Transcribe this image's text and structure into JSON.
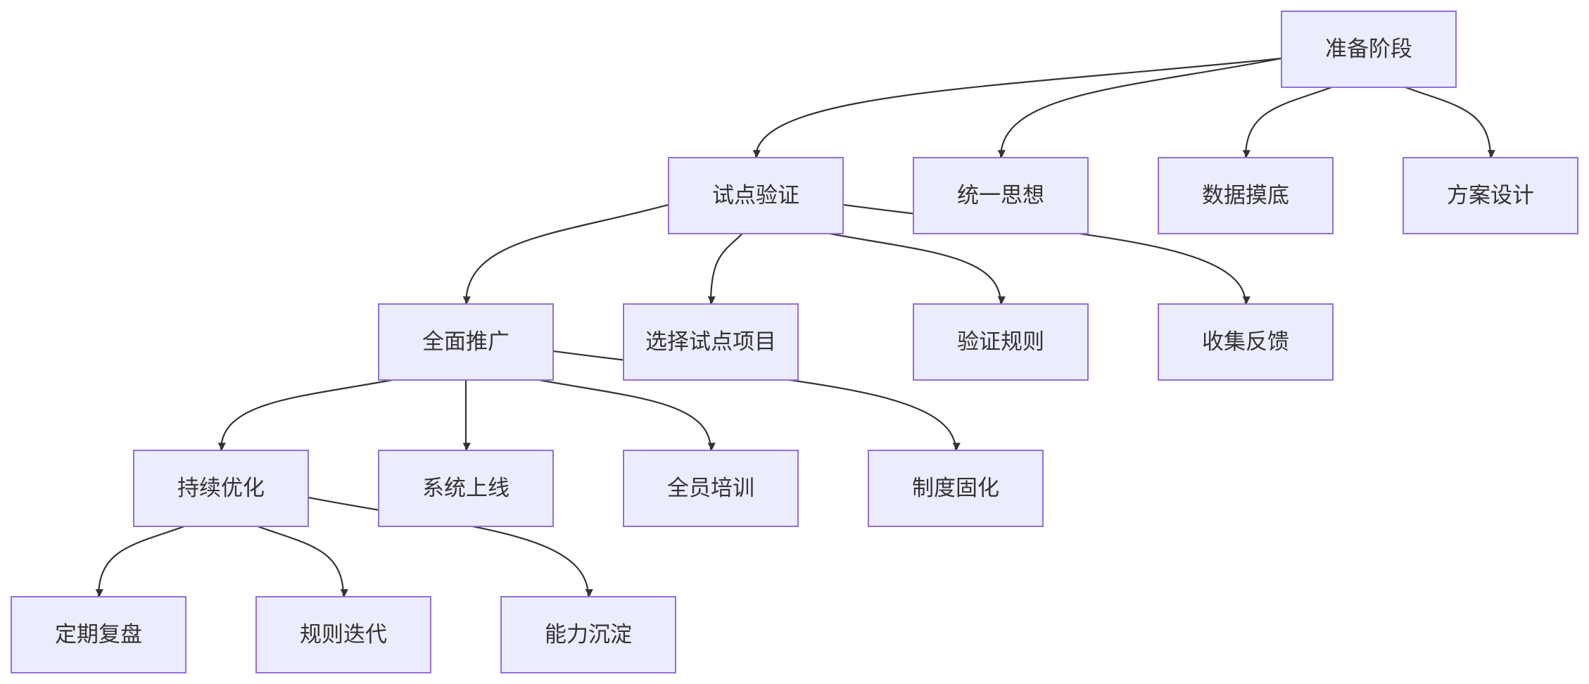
{
  "diagram": {
    "type": "flowchart-tree",
    "colors": {
      "node_fill": "#ECECFF",
      "node_border": "#9370DB",
      "edge": "#333333",
      "text": "#333333",
      "background": "#FFFFFF"
    },
    "nodes": [
      {
        "id": "n0",
        "label": "准备阶段"
      },
      {
        "id": "n1",
        "label": "试点验证"
      },
      {
        "id": "n2",
        "label": "统一思想"
      },
      {
        "id": "n3",
        "label": "数据摸底"
      },
      {
        "id": "n4",
        "label": "方案设计"
      },
      {
        "id": "n5",
        "label": "全面推广"
      },
      {
        "id": "n6",
        "label": "选择试点项目"
      },
      {
        "id": "n7",
        "label": "验证规则"
      },
      {
        "id": "n8",
        "label": "收集反馈"
      },
      {
        "id": "n9",
        "label": "持续优化"
      },
      {
        "id": "n10",
        "label": "系统上线"
      },
      {
        "id": "n11",
        "label": "全员培训"
      },
      {
        "id": "n12",
        "label": "制度固化"
      },
      {
        "id": "n13",
        "label": "定期复盘"
      },
      {
        "id": "n14",
        "label": "规则迭代"
      },
      {
        "id": "n15",
        "label": "能力沉淀"
      }
    ],
    "edges": [
      {
        "from": "n0",
        "to": "n1"
      },
      {
        "from": "n0",
        "to": "n2"
      },
      {
        "from": "n0",
        "to": "n3"
      },
      {
        "from": "n0",
        "to": "n4"
      },
      {
        "from": "n1",
        "to": "n5"
      },
      {
        "from": "n1",
        "to": "n6"
      },
      {
        "from": "n1",
        "to": "n7"
      },
      {
        "from": "n1",
        "to": "n8"
      },
      {
        "from": "n5",
        "to": "n9"
      },
      {
        "from": "n5",
        "to": "n10"
      },
      {
        "from": "n5",
        "to": "n11"
      },
      {
        "from": "n5",
        "to": "n12"
      },
      {
        "from": "n9",
        "to": "n13"
      },
      {
        "from": "n9",
        "to": "n14"
      },
      {
        "from": "n9",
        "to": "n15"
      }
    ]
  }
}
